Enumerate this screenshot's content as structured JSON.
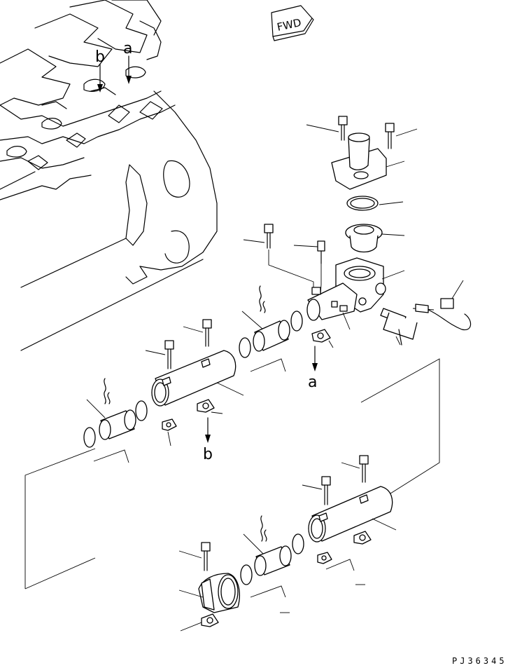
{
  "diagram": {
    "direction_tag": "FWD",
    "reference_letters": {
      "a_engine": "a",
      "b_engine": "b",
      "a_outlet": "a",
      "b_outlet": "b"
    },
    "drawing_code": "PJ36345"
  }
}
